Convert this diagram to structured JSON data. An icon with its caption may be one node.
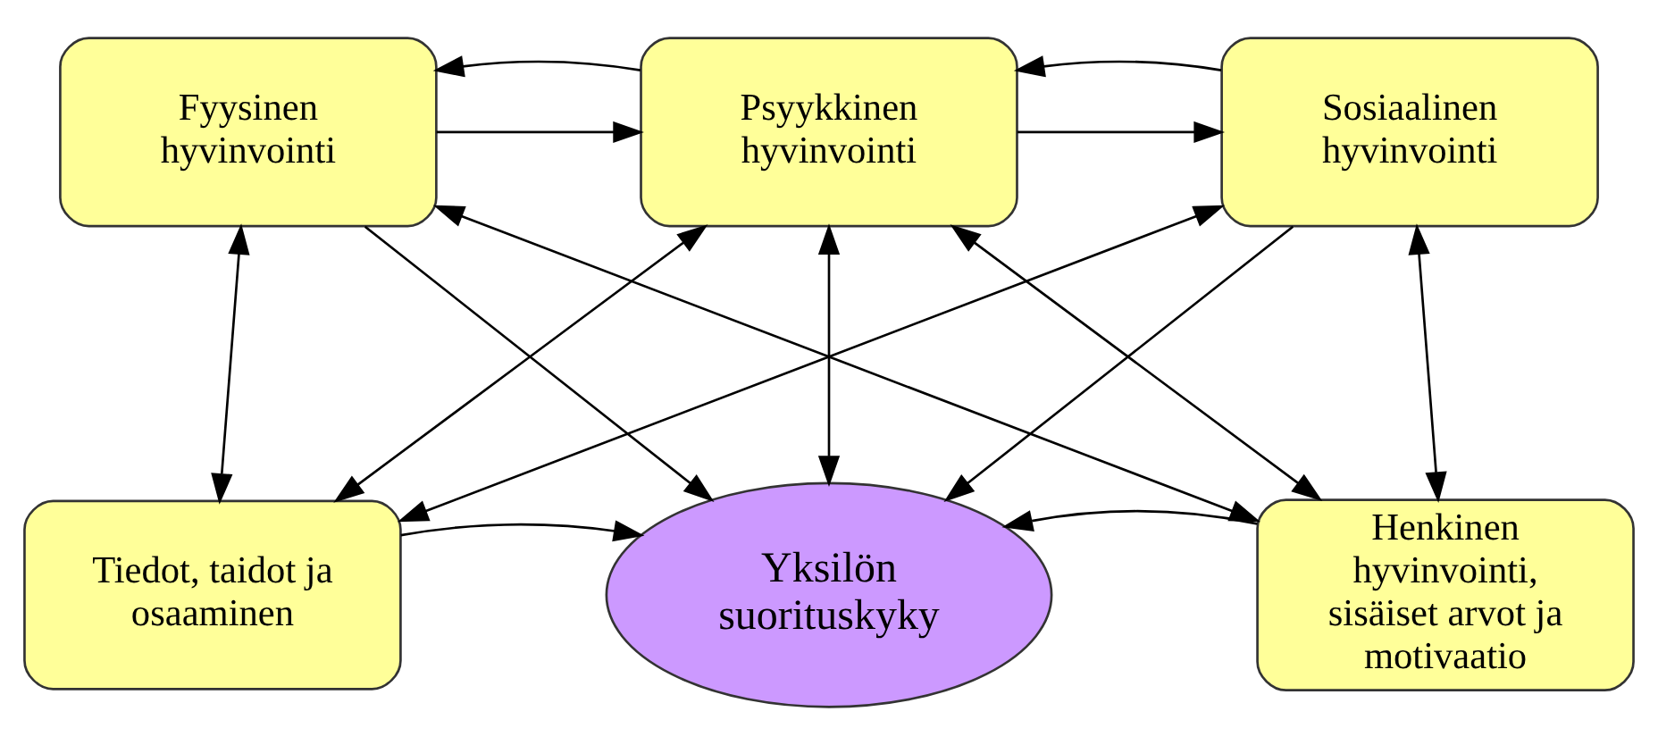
{
  "diagram": {
    "nodes": [
      {
        "text": [
          "Fyysinen hyvinvointi"
        ]
      },
      {
        "text": [
          "Psyykkinen hyvinvointi"
        ]
      },
      {
        "text": [
          "Sosiaalinen hyvinvointi"
        ]
      },
      {
        "text": [
          "Tiedot, taidot ja osaaminen"
        ]
      },
      {
        "text": [
          "Yksilön suorituskyky"
        ]
      },
      {
        "text": [
          "Henkinen hyvinvointi, sisäiset arvot ja motivaatio"
        ]
      }
    ],
    "edges": [
      {
        "from": 0,
        "to": 1,
        "arrow": "to"
      },
      {
        "from": 1,
        "to": 0,
        "arrow": "to"
      },
      {
        "from": 1,
        "to": 2,
        "arrow": "to"
      },
      {
        "from": 2,
        "to": 1,
        "arrow": "to"
      },
      {
        "from": 0,
        "to": 3,
        "arrow": "both"
      },
      {
        "from": 1,
        "to": 4,
        "arrow": "both"
      },
      {
        "from": 2,
        "to": 5,
        "arrow": "both"
      },
      {
        "from": 0,
        "to": 4,
        "arrow": "to"
      },
      {
        "from": 1,
        "to": 3,
        "arrow": "both"
      },
      {
        "from": 0,
        "to": 5,
        "arrow": "both"
      },
      {
        "from": 2,
        "to": 3,
        "arrow": "both"
      },
      {
        "from": 1,
        "to": 5,
        "arrow": "both"
      },
      {
        "from": 2,
        "to": 4,
        "arrow": "to"
      },
      {
        "from": 3,
        "to": 4,
        "arrow": "to"
      },
      {
        "from": 5,
        "to": 4,
        "arrow": "to"
      }
    ]
  }
}
